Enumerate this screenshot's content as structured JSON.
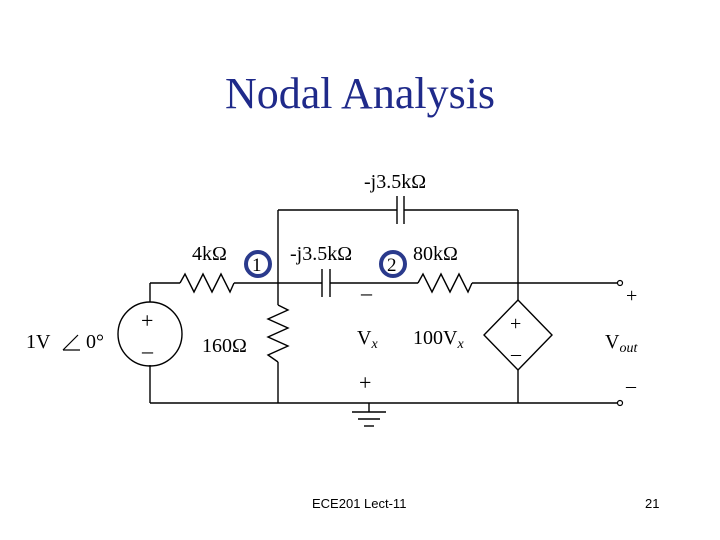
{
  "slide": {
    "title": "Nodal Analysis",
    "footer": "ECE201 Lect-11",
    "page_number": "21"
  },
  "circuit": {
    "source_label": "1V",
    "source_angle": "0°",
    "source_plus": "+",
    "source_minus": "–",
    "r4k": "4kΩ",
    "r160": "160Ω",
    "cap_mid": "-j3.5kΩ",
    "cap_top": "-j3.5kΩ",
    "r80k": "80kΩ",
    "node1": "1",
    "node2": "2",
    "vx_minus": "–",
    "vx_plus": "+",
    "vx_main": "V",
    "vx_sub": "x",
    "dep_main": "100V",
    "dep_sub": "x",
    "dep_plus": "+",
    "dep_minus": "–",
    "out_plus": "+",
    "out_minus": "–",
    "vout_main": "V",
    "vout_sub": "out"
  },
  "colors": {
    "title": "#1f2a8a",
    "node_ring": "#2a3a8c",
    "wire": "#000000"
  }
}
